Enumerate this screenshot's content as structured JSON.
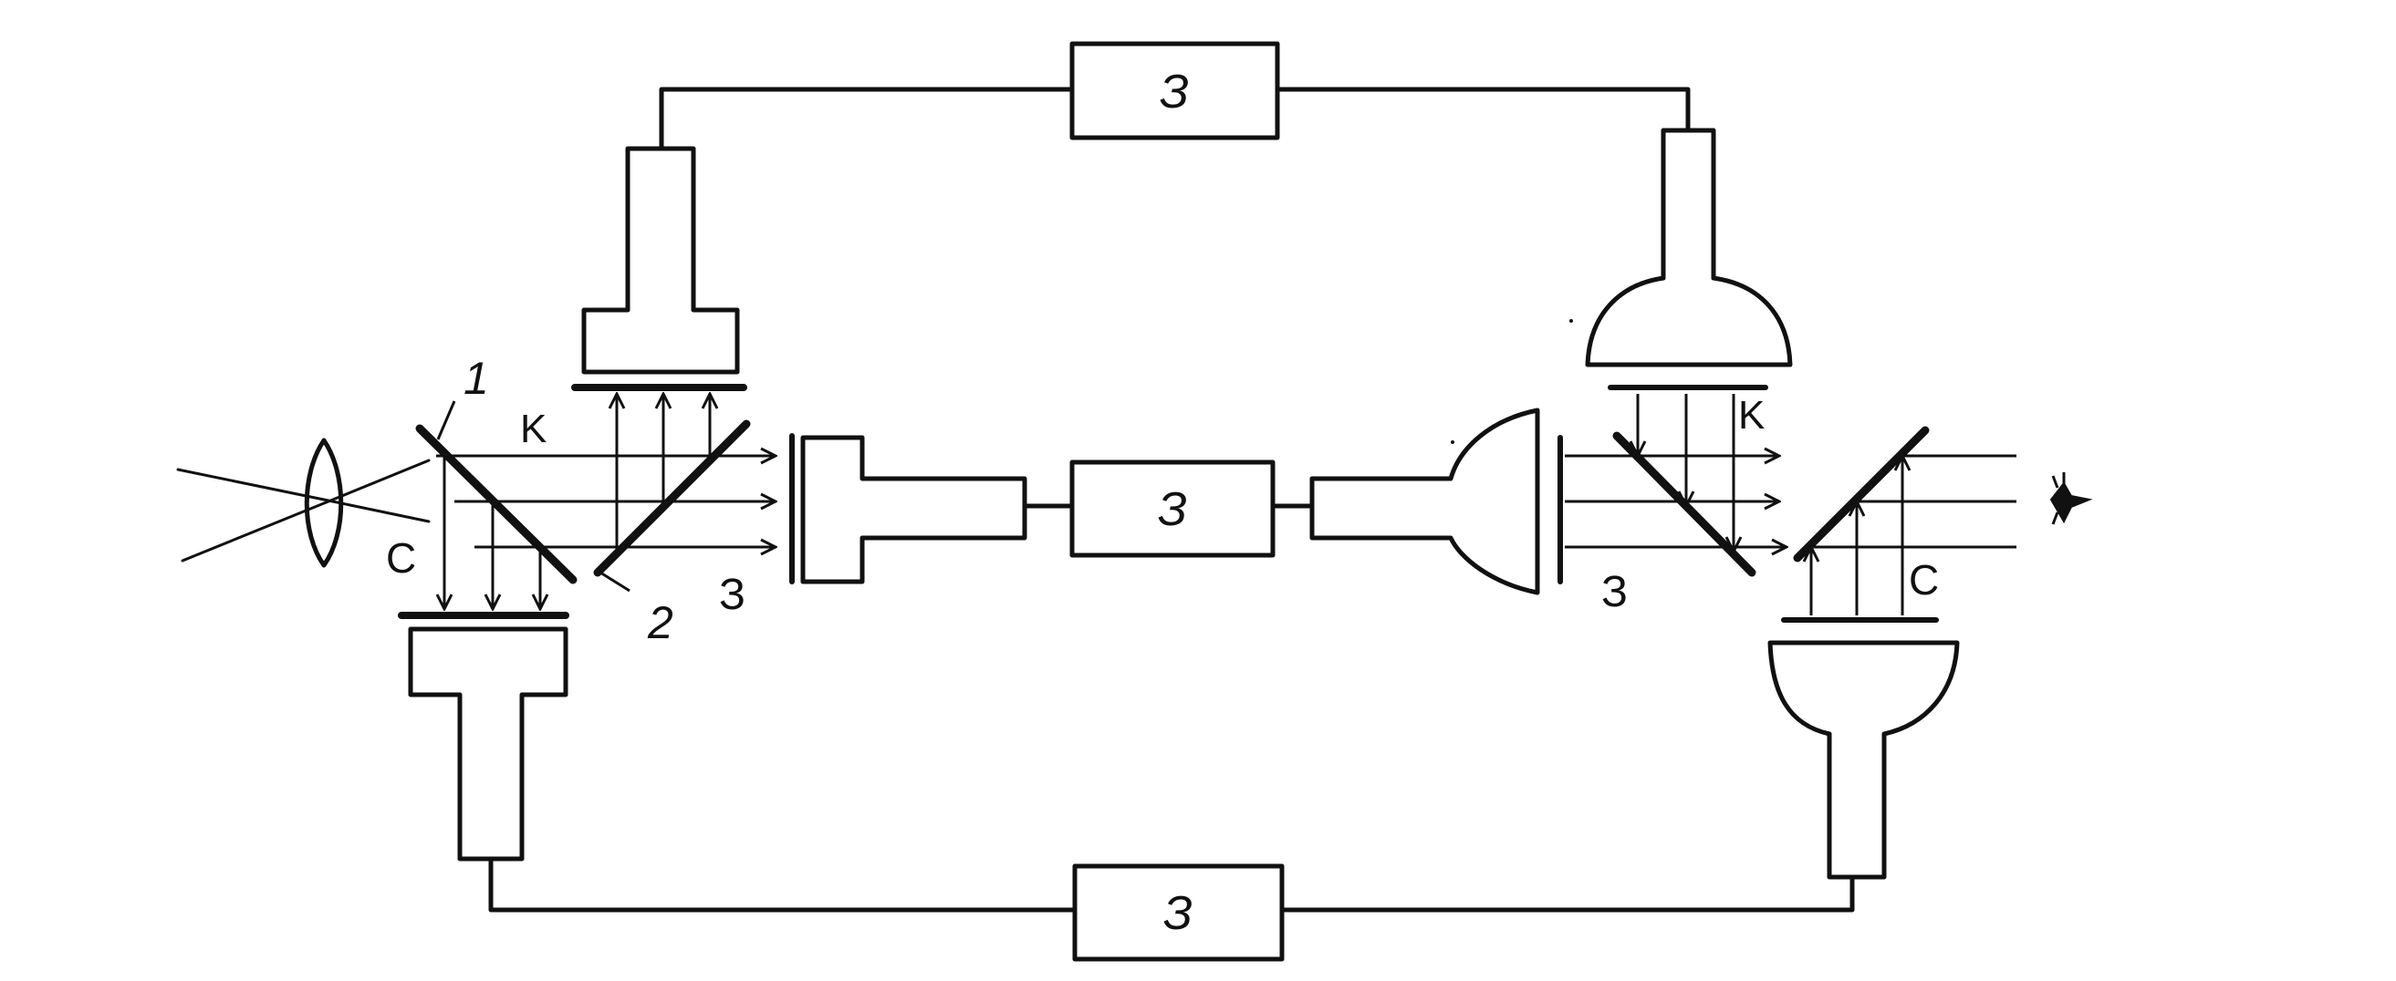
{
  "diagram": {
    "blocks": {
      "top": "З",
      "middle": "З",
      "bottom": "З"
    },
    "labels": {
      "one": "1",
      "two": "2",
      "k_left": "K",
      "c_left": "C",
      "three_left": "З",
      "k_right": "K",
      "c_right": "C",
      "three_right": "З"
    },
    "colors": {
      "line": "#111111",
      "background": "#ffffff"
    },
    "icons": [
      "lens-icon",
      "eye-icon"
    ]
  }
}
